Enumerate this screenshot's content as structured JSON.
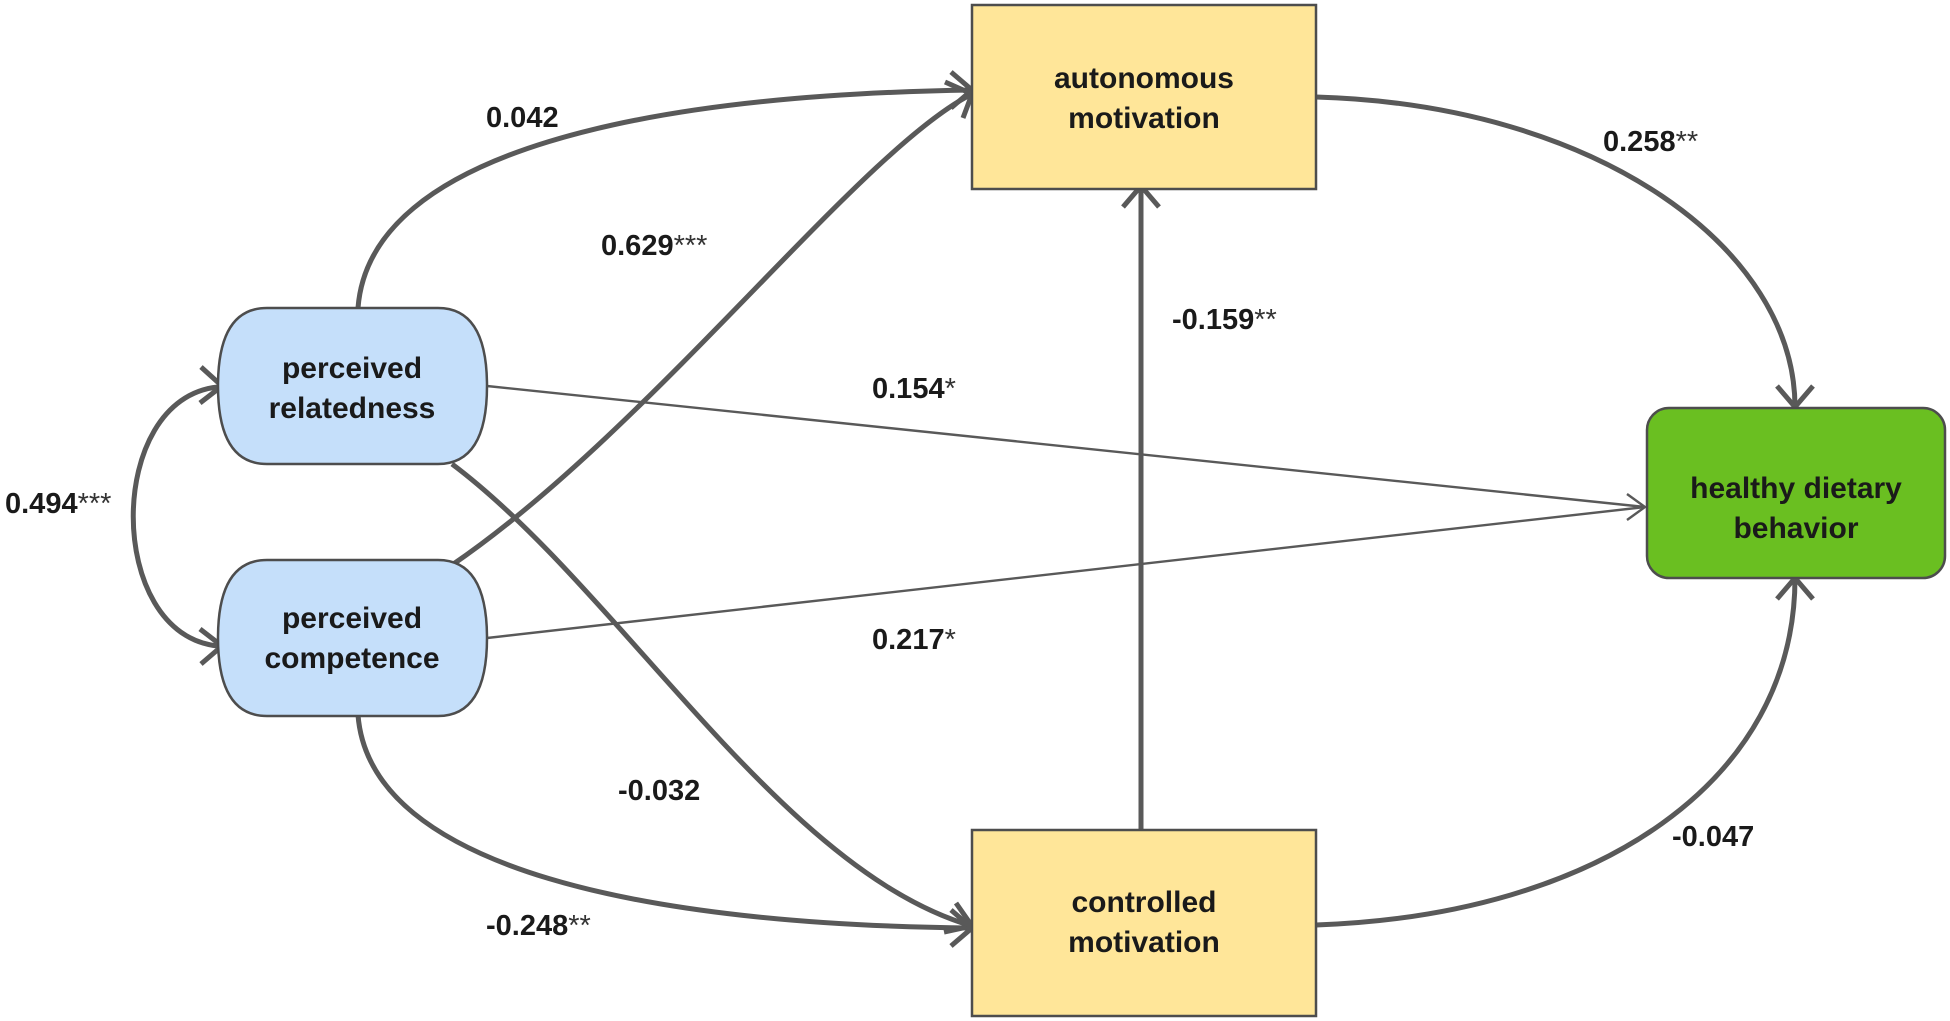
{
  "colors": {
    "line": "#595959",
    "blue_fill": "#c5dffa",
    "yellow_fill": "#ffe699",
    "green_fill": "#6abf21",
    "node_stroke": "#4d4d4d"
  },
  "nodes": {
    "perceived_relatedness": {
      "line1": "perceived",
      "line2": "relatedness"
    },
    "perceived_competence": {
      "line1": "perceived",
      "line2": "competence"
    },
    "autonomous_motivation": {
      "line1": "autonomous",
      "line2": "motivation"
    },
    "controlled_motivation": {
      "line1": "controlled",
      "line2": "motivation"
    },
    "healthy_dietary_behavior": {
      "line1": "healthy dietary",
      "line2": "behavior"
    }
  },
  "paths": {
    "relatedness_competence_covariance": {
      "value": "0.494",
      "sig": "***"
    },
    "relatedness_to_autonomous": {
      "value": "0.042",
      "sig": ""
    },
    "competence_to_autonomous": {
      "value": "0.629",
      "sig": "***"
    },
    "controlled_to_autonomous": {
      "value": "-0.159",
      "sig": "**"
    },
    "relatedness_to_healthy": {
      "value": "0.154",
      "sig": "*"
    },
    "competence_to_healthy": {
      "value": "0.217",
      "sig": "*"
    },
    "autonomous_to_healthy": {
      "value": "0.258",
      "sig": "**"
    },
    "relatedness_to_controlled": {
      "value": "-0.032",
      "sig": ""
    },
    "competence_to_controlled": {
      "value": "-0.248",
      "sig": "**"
    },
    "controlled_to_healthy": {
      "value": "-0.047",
      "sig": ""
    }
  }
}
